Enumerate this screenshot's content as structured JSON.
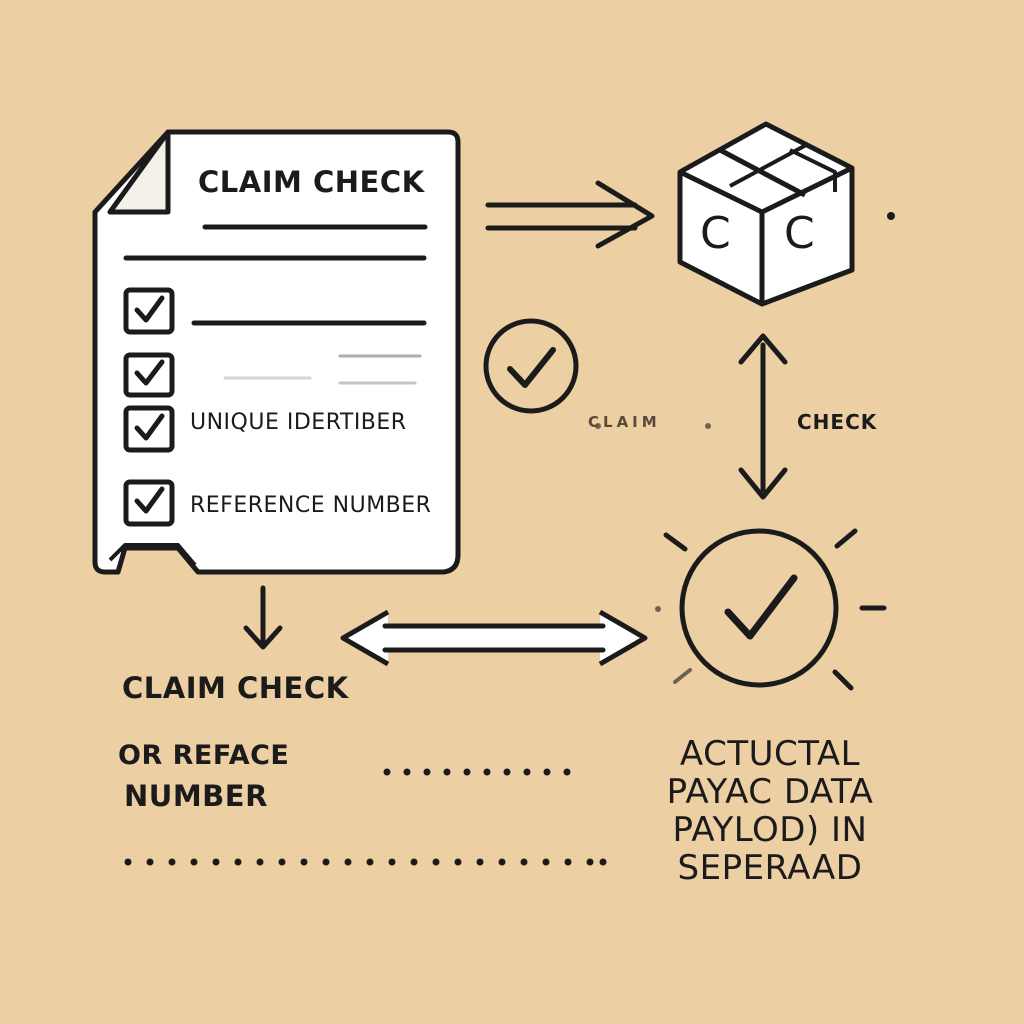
{
  "document_card": {
    "title": "CLAIM CHECK",
    "items": [
      {
        "label": "",
        "checked": true
      },
      {
        "label": "",
        "checked": true
      },
      {
        "label": "UNIQUE IDERTIBER",
        "checked": true
      },
      {
        "label": "REFERENCE NUMBER",
        "checked": true
      }
    ]
  },
  "box": {
    "letters": [
      "C",
      "C"
    ]
  },
  "dotted_label": "CLAIM",
  "right_label": "CHECK",
  "bottom_left": {
    "title": "CLAIM CHECK",
    "line1": "OR REFACE",
    "line2": "NUMBER"
  },
  "payload_text": {
    "lines": [
      "ACTUCTAL",
      "PAYAC DATA",
      "PAYLOD) IN",
      "SEPERAAD"
    ]
  },
  "colors": {
    "background": "#EDCFA4",
    "ink": "#1B1B1B",
    "paper": "#FFFFFF"
  },
  "icons": [
    "document-icon",
    "box-icon",
    "check-circle-icon",
    "sunburst-check-icon",
    "arrow-right-icon",
    "arrow-double-vertical-icon",
    "arrow-double-horizontal-icon",
    "arrow-down-icon"
  ]
}
